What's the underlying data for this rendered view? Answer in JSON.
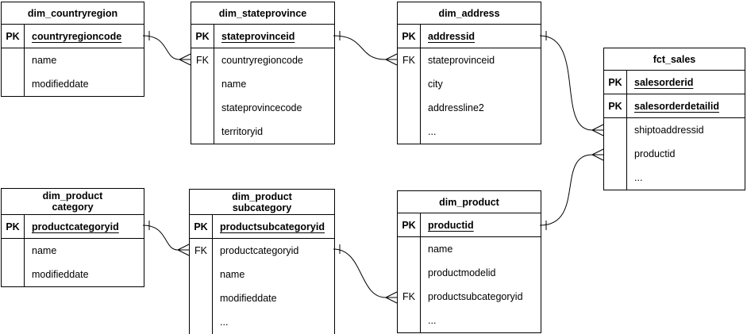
{
  "diagram": {
    "colors": {
      "background": "#ffffff",
      "line": "#000000",
      "text": "#000000",
      "table_fill": "#ffffff"
    },
    "tables": [
      {
        "title": "dim_countryregion",
        "rows": [
          {
            "key": "PK",
            "name": "countryregioncode",
            "is_key": true
          },
          {
            "key": "",
            "name": "name"
          },
          {
            "key": "",
            "name": "modifieddate"
          }
        ]
      },
      {
        "title": "dim_stateprovince",
        "rows": [
          {
            "key": "PK",
            "name": "stateprovinceid",
            "is_key": true
          },
          {
            "key": "FK",
            "name": "countryregioncode"
          },
          {
            "key": "",
            "name": "name"
          },
          {
            "key": "",
            "name": "stateprovincecode"
          },
          {
            "key": "",
            "name": "territoryid"
          }
        ]
      },
      {
        "title": "dim_address",
        "rows": [
          {
            "key": "PK",
            "name": "addressid",
            "is_key": true
          },
          {
            "key": "FK",
            "name": "stateprovinceid"
          },
          {
            "key": "",
            "name": "city"
          },
          {
            "key": "",
            "name": "addressline2"
          },
          {
            "key": "",
            "name": "..."
          }
        ]
      },
      {
        "title": "fct_sales",
        "rows": [
          {
            "key": "PK",
            "name": "salesorderid",
            "is_key": true
          },
          {
            "key": "PK",
            "name": "salesorderdetailid",
            "is_key": true
          },
          {
            "key": "",
            "name": "shiptoaddressid"
          },
          {
            "key": "",
            "name": "productid"
          },
          {
            "key": "",
            "name": "..."
          }
        ]
      },
      {
        "title": "dim_product\ncategory",
        "rows": [
          {
            "key": "PK",
            "name": "productcategoryid",
            "is_key": true
          },
          {
            "key": "",
            "name": "name"
          },
          {
            "key": "",
            "name": "modifieddate"
          }
        ]
      },
      {
        "title": "dim_product\nsubcategory",
        "rows": [
          {
            "key": "PK",
            "name": "productsubcategoryid",
            "is_key": true
          },
          {
            "key": "FK",
            "name": "productcategoryid"
          },
          {
            "key": "",
            "name": "name"
          },
          {
            "key": "",
            "name": "modifieddate"
          },
          {
            "key": "",
            "name": "..."
          }
        ]
      },
      {
        "title": "dim_product",
        "rows": [
          {
            "key": "PK",
            "name": "productid",
            "is_key": true
          },
          {
            "key": "",
            "name": "name"
          },
          {
            "key": "",
            "name": "productmodelid"
          },
          {
            "key": "FK",
            "name": "productsubcategoryid"
          },
          {
            "key": "",
            "name": "..."
          }
        ]
      }
    ],
    "relationships": [
      {
        "from_table": "dim_countryregion",
        "to_table": "dim_stateprovince",
        "from_end": "one",
        "to_end": "many"
      },
      {
        "from_table": "dim_stateprovince",
        "to_table": "dim_address",
        "from_end": "one",
        "to_end": "many"
      },
      {
        "from_table": "dim_address",
        "to_table": "fct_sales",
        "from_end": "one",
        "to_end": "many"
      },
      {
        "from_table": "dim_product",
        "to_table": "fct_sales",
        "from_end": "one",
        "to_end": "many"
      },
      {
        "from_table": "dim_product category",
        "to_table": "dim_product subcategory",
        "from_end": "one",
        "to_end": "many"
      },
      {
        "from_table": "dim_product subcategory",
        "to_table": "dim_product",
        "from_end": "one",
        "to_end": "many"
      }
    ]
  }
}
